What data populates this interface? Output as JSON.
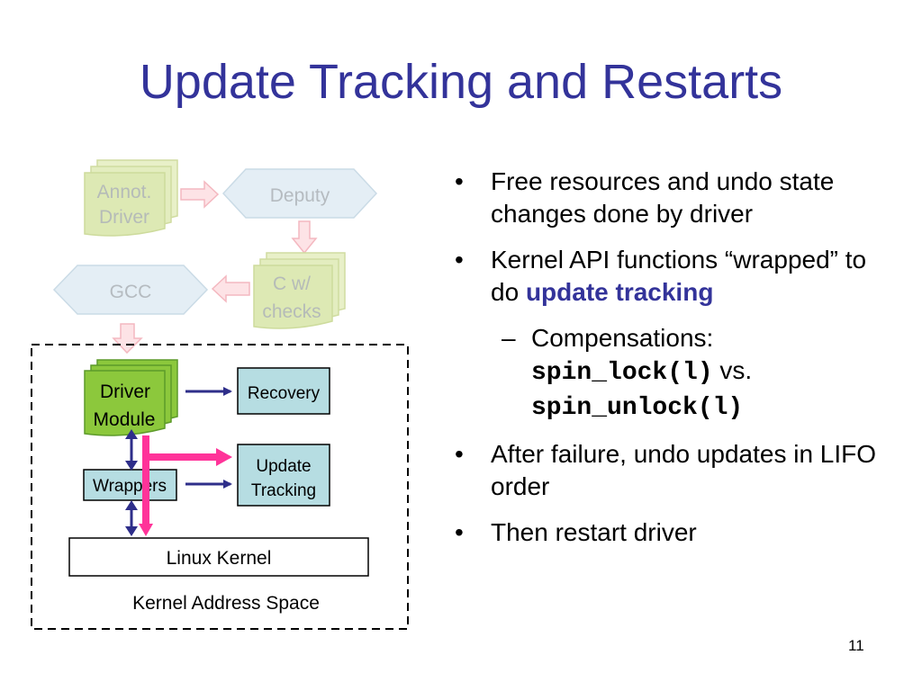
{
  "slide": {
    "title": "Update Tracking and Restarts",
    "page_number": "11"
  },
  "diagram": {
    "annot_driver": [
      "Annot.",
      "Driver"
    ],
    "deputy": "Deputy",
    "c_checks": [
      "C w/",
      "checks"
    ],
    "gcc": "GCC",
    "driver_module": [
      "Driver",
      "Module"
    ],
    "recovery": "Recovery",
    "update_tracking": [
      "Update",
      "Tracking"
    ],
    "wrappers": "Wrappers",
    "linux_kernel": "Linux Kernel",
    "kernel_address_space": "Kernel Address Space"
  },
  "bullets": {
    "b1": "Free resources and undo state changes done by driver",
    "b2_prefix": "Kernel API functions “wrapped” to do ",
    "b2_highlight": "update tracking",
    "sub_prefix": "Compensations:",
    "sub_code1": "spin_lock(l)",
    "sub_vs": " vs.",
    "sub_code2": "spin_unlock(l)",
    "b3": "After failure, undo updates in LIFO order",
    "b4": "Then restart driver"
  },
  "colors": {
    "title": "#33339a",
    "light_green": "#dde9b4",
    "driver_green": "#8cc83c",
    "light_blue": "#b6dde2",
    "hexagon": "#e4eef5",
    "pink_arrow": "#ff3399",
    "navy_arrow": "#2e2e8a"
  }
}
